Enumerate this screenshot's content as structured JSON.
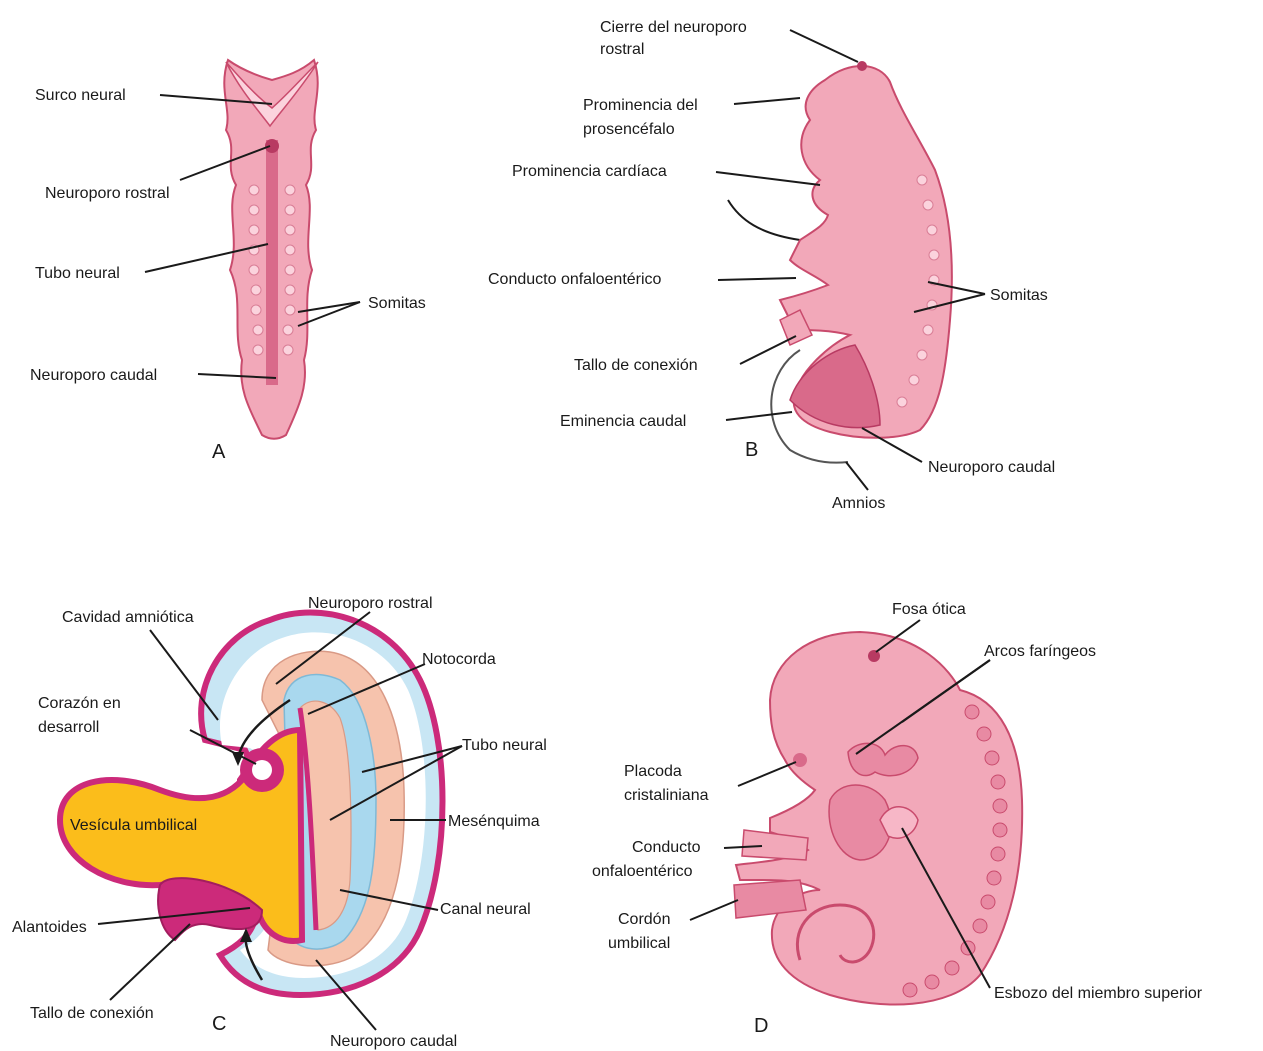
{
  "colors": {
    "embryo_pink": "#f2a8b9",
    "embryo_dark": "#c94b6d",
    "embryo_light": "#fbd3dd",
    "magenta": "#cc2a7a",
    "yolk_yellow": "#fbbd1b",
    "amnion_blue": "#c8e6f4",
    "mesenchyme_peach": "#f6c3ad",
    "neural_blue": "#a9d8ee"
  },
  "panels": {
    "A": {
      "letter": "A",
      "labels": {
        "surco_neural": "Surco neural",
        "neuroporo_rostral": "Neuroporo rostral",
        "tubo_neural": "Tubo neural",
        "somitas": "Somitas",
        "neuroporo_caudal": "Neuroporo caudal"
      }
    },
    "B": {
      "letter": "B",
      "labels": {
        "cierre_1": "Cierre del neuroporo",
        "cierre_2": "rostral",
        "prosencefalo_1": "Prominencia del",
        "prosencefalo_2": "prosencéfalo",
        "cardiaca": "Prominencia cardíaca",
        "onfaloenterico": "Conducto onfaloentérico",
        "somitas": "Somitas",
        "tallo": "Tallo de conexión",
        "eminencia": "Eminencia caudal",
        "neuroporo_caudal": "Neuroporo caudal",
        "amnios": "Amnios"
      }
    },
    "C": {
      "letter": "C",
      "labels": {
        "cavidad": "Cavidad amniótica",
        "neuroporo_rostral": "Neuroporo rostral",
        "notocorda": "Notocorda",
        "corazon_1": "Corazón en",
        "corazon_2": "desarroll",
        "tubo_neural": "Tubo neural",
        "vesicula": "Vesícula umbilical",
        "mesenquima": "Mesénquima",
        "canal_neural": "Canal neural",
        "alantoides": "Alantoides",
        "tallo": "Tallo de conexión",
        "neuroporo_caudal": "Neuroporo caudal"
      }
    },
    "D": {
      "letter": "D",
      "labels": {
        "fosa_otica": "Fosa ótica",
        "arcos": "Arcos faríngeos",
        "placoda_1": "Placoda",
        "placoda_2": "cristaliniana",
        "conducto_1": "Conducto",
        "conducto_2": "onfaloentérico",
        "cordon_1": "Cordón",
        "cordon_2": "umbilical",
        "esbozo": "Esbozo del miembro superior"
      }
    }
  }
}
